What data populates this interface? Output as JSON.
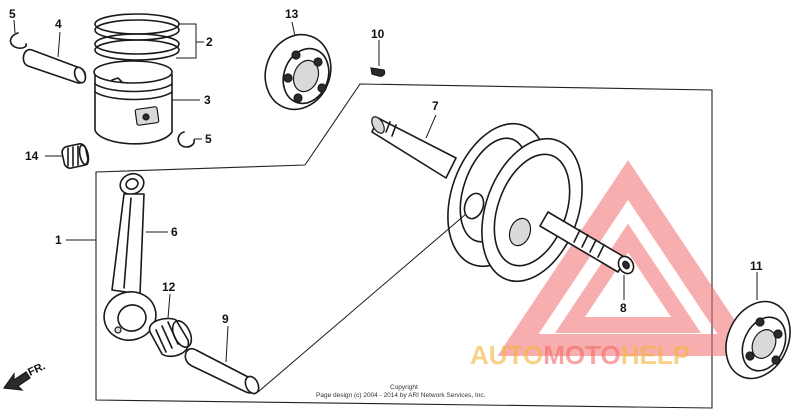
{
  "callouts": {
    "c1": "1",
    "c2": "2",
    "c3": "3",
    "c4": "4",
    "c5a": "5",
    "c5b": "5",
    "c6": "6",
    "c7": "7",
    "c8": "8",
    "c9": "9",
    "c10": "10",
    "c11": "11",
    "c12": "12",
    "c13": "13",
    "c14": "14"
  },
  "direction_label": "FR.",
  "copyright": {
    "line1": "Copyright",
    "line2": "Page design (c) 2004 - 2014 by ARI Network Services, Inc."
  },
  "watermark": {
    "part1": "AUTO",
    "part2": "MOTO",
    "part3": "HELP",
    "color1": "#f5b43a",
    "color2": "#f26b6b",
    "color3": "#f5b43a"
  }
}
